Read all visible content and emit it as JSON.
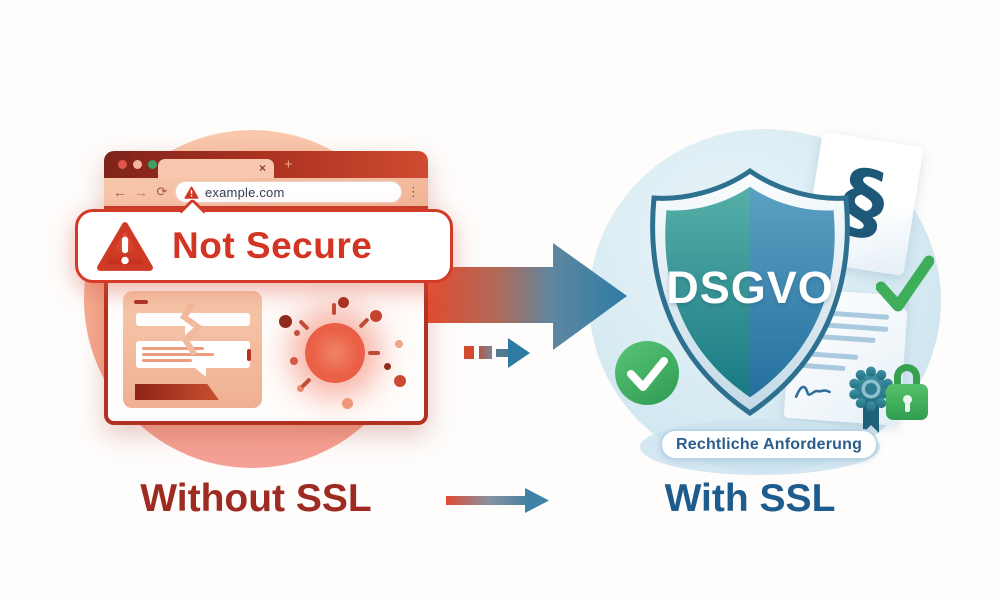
{
  "left": {
    "label": "Without SSL",
    "browser": {
      "url": "example.com",
      "warning_banner": "Not Secure",
      "tab_close_glyph": "×",
      "new_tab_glyph": "+",
      "back_glyph": "←",
      "forward_glyph": "→",
      "refresh_glyph": "⟳",
      "menu_glyph": "⋮"
    }
  },
  "right": {
    "label": "With SSL",
    "shield_label": "DSGVO",
    "section_glyph": "§",
    "badge_label": "Rechtliche Anforderung"
  },
  "colors": {
    "danger_red": "#d23b28",
    "dark_red_text": "#9d2b22",
    "blue_text": "#1e5c8d",
    "success_green": "#3fae5a",
    "shield_teal": "#157683",
    "shield_blue": "#1e6a9b",
    "circle_left": "#f6ac90",
    "circle_right": "#d6eaf2"
  }
}
